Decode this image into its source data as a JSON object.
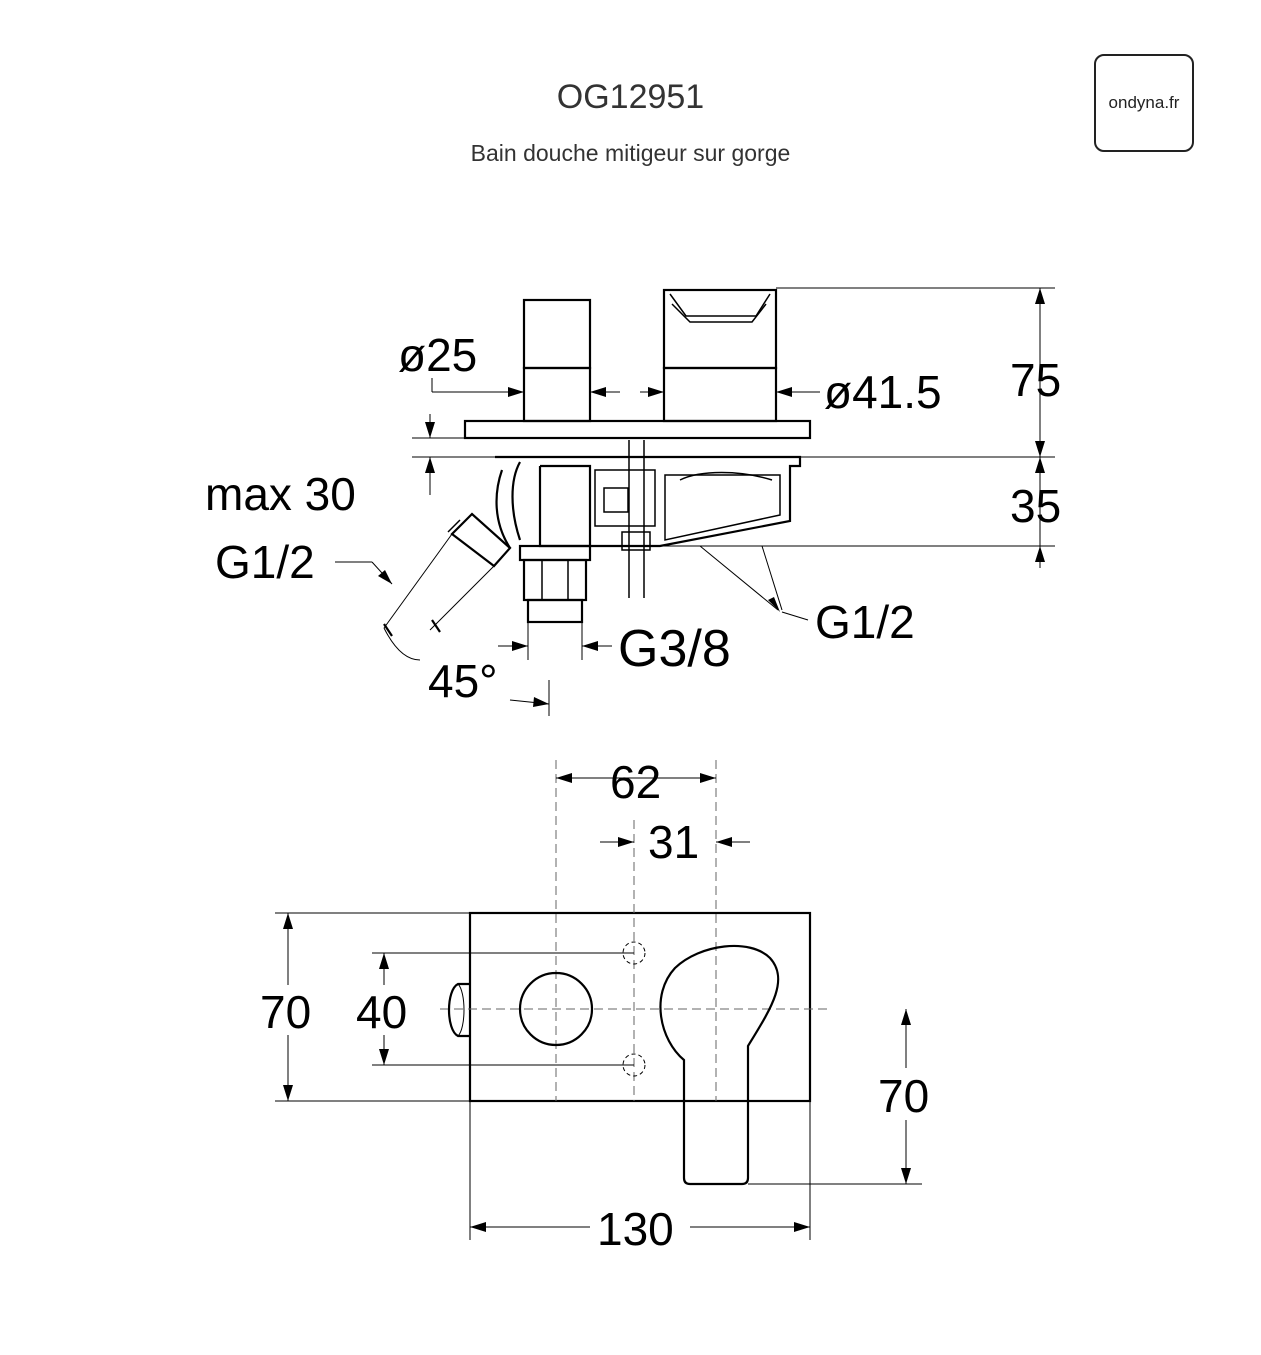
{
  "header": {
    "product_code": "OG12951",
    "description": "Bain douche mitigeur sur gorge",
    "logo_text": "ondyna.fr"
  },
  "side_view": {
    "dim_d25": "ø25",
    "dim_d41": "ø41.5",
    "dim_75": "75",
    "dim_35": "35",
    "dim_max30": "max 30",
    "dim_g12_left": "G1/2",
    "dim_g12_right": "G1/2",
    "dim_g38": "G3/8",
    "dim_45": "45°"
  },
  "front_view": {
    "dim_62": "62",
    "dim_31": "31",
    "dim_70_left": "70",
    "dim_40": "40",
    "dim_70_right": "70",
    "dim_130": "130"
  }
}
